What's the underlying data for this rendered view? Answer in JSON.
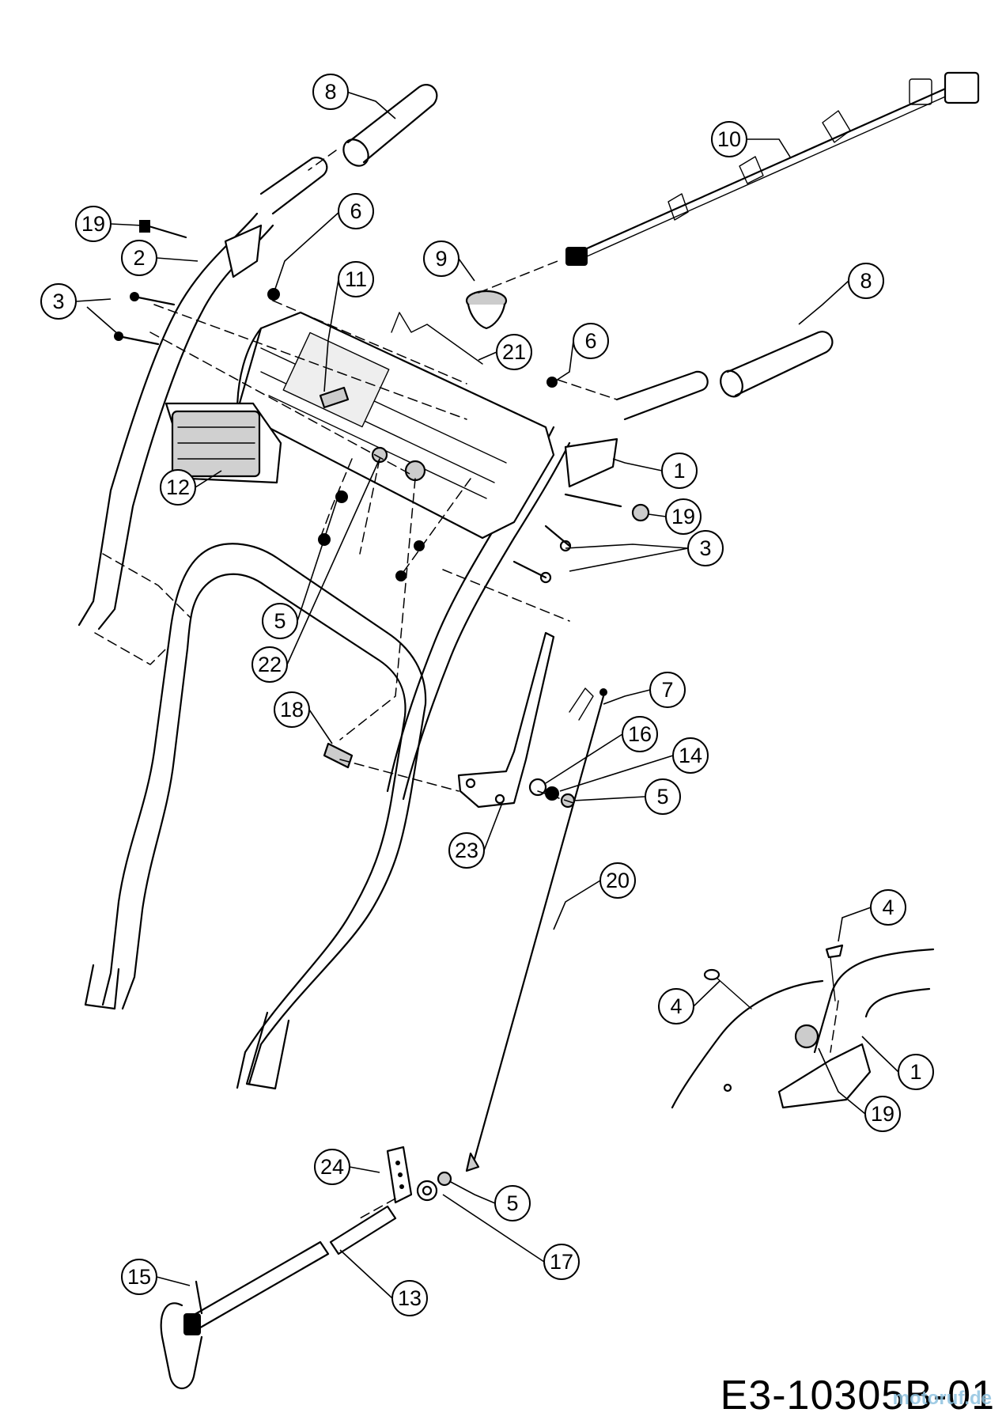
{
  "diagram": {
    "drawing_code": "E3-10305B-01",
    "watermark": "motoruf.de",
    "callouts": [
      "8",
      "10",
      "19",
      "6",
      "2",
      "9",
      "3",
      "11",
      "21",
      "6",
      "8",
      "1",
      "12",
      "19",
      "3",
      "5",
      "22",
      "18",
      "7",
      "16",
      "14",
      "5",
      "23",
      "20",
      "4",
      "4",
      "1",
      "19",
      "24",
      "5",
      "17",
      "15",
      "13"
    ]
  },
  "colors": {
    "ink": "#000000",
    "paper": "#ffffff",
    "watermark": "#8fc3e0"
  }
}
